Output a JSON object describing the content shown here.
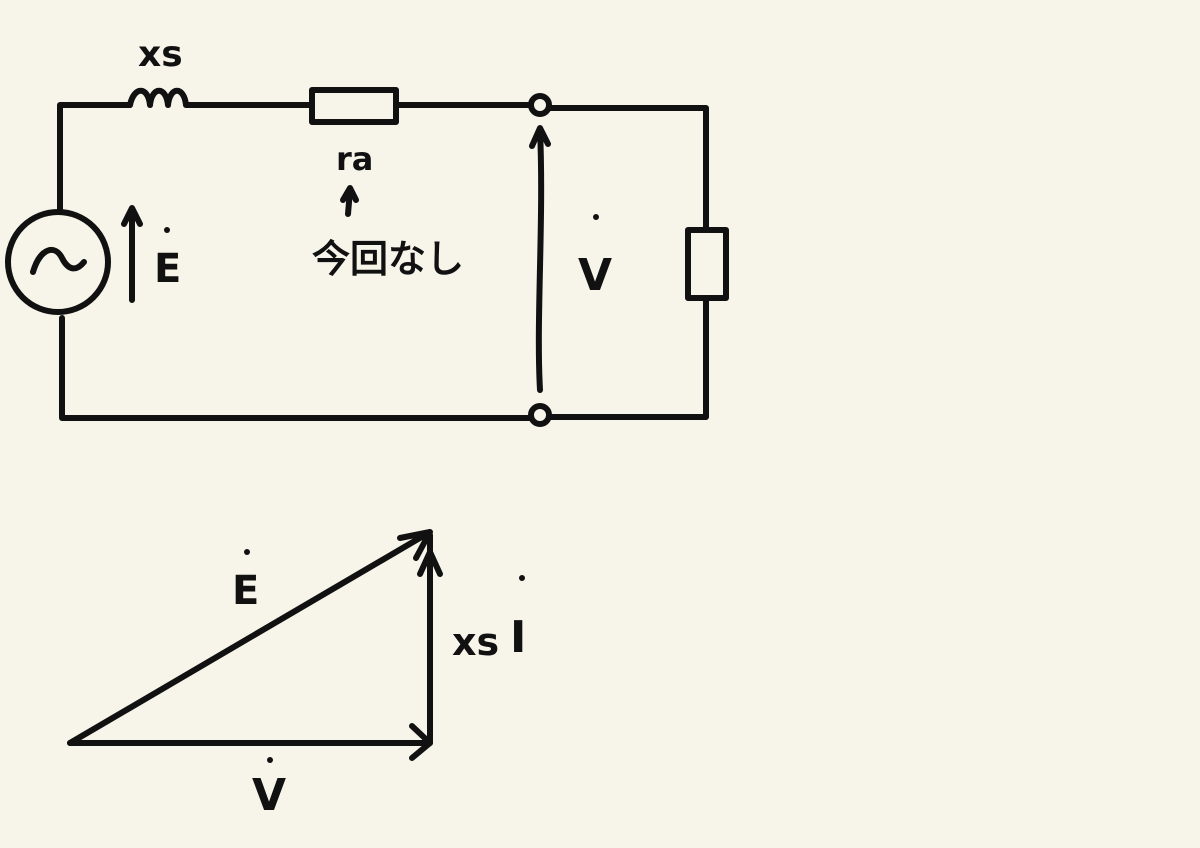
{
  "circuit": {
    "reactance_label": "xs",
    "resistance_label": "ra",
    "note_label": "今回なし",
    "emf_label": "E",
    "terminal_voltage_label": "V"
  },
  "phasor_diagram": {
    "emf_label": "E",
    "voltage_label": "V",
    "reactance_drop_label": "xs",
    "current_label": "I"
  }
}
